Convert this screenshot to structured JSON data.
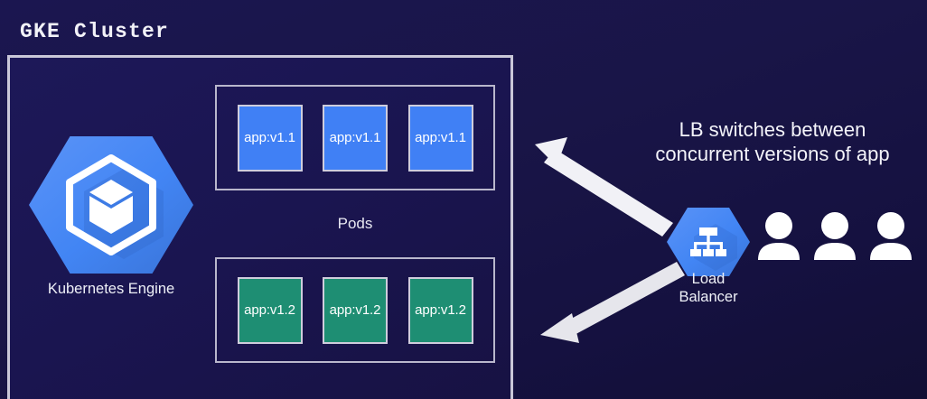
{
  "diagram": {
    "title": "GKE Cluster",
    "background_color": "#191547"
  },
  "cluster": {
    "border_color": "#c9c7d8",
    "engine": {
      "icon": "kubernetes-engine-hexagon-icon",
      "label": "Kubernetes Engine",
      "hex_color": "#4080f5"
    },
    "pods_label": "Pods",
    "pod_groups": [
      {
        "name": "version-1-1",
        "color": "#4080f5",
        "pods": [
          {
            "label": "app:v1.1"
          },
          {
            "label": "app:v1.1"
          },
          {
            "label": "app:v1.1"
          }
        ]
      },
      {
        "name": "version-1-2",
        "color": "#1e8e73",
        "pods": [
          {
            "label": "app:v1.2"
          },
          {
            "label": "app:v1.2"
          },
          {
            "label": "app:v1.2"
          }
        ]
      }
    ]
  },
  "load_balancer": {
    "icon": "load-balancer-hexagon-icon",
    "label_line1": "Load",
    "label_line2": "Balancer",
    "hex_color": "#4080f5"
  },
  "caption": {
    "line1": "LB switches between",
    "line2": "concurrent versions of app"
  },
  "users": [
    {
      "icon": "user-icon"
    },
    {
      "icon": "user-icon"
    },
    {
      "icon": "user-icon"
    }
  ],
  "arrows": [
    {
      "name": "arrow-lb-to-v1-1",
      "direction": "up-left",
      "color": "#f0f0f5"
    },
    {
      "name": "arrow-lb-to-v1-2",
      "direction": "down-left",
      "color": "#e4e4ea"
    }
  ]
}
